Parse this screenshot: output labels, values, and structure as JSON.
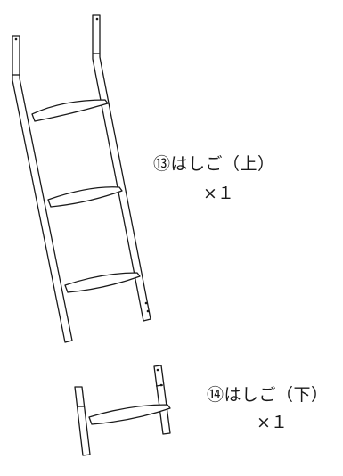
{
  "parts": [
    {
      "label": "⑬はしご（上）",
      "quantity": "×１"
    },
    {
      "label": "⑭はしご（下）",
      "quantity": "×１"
    }
  ]
}
